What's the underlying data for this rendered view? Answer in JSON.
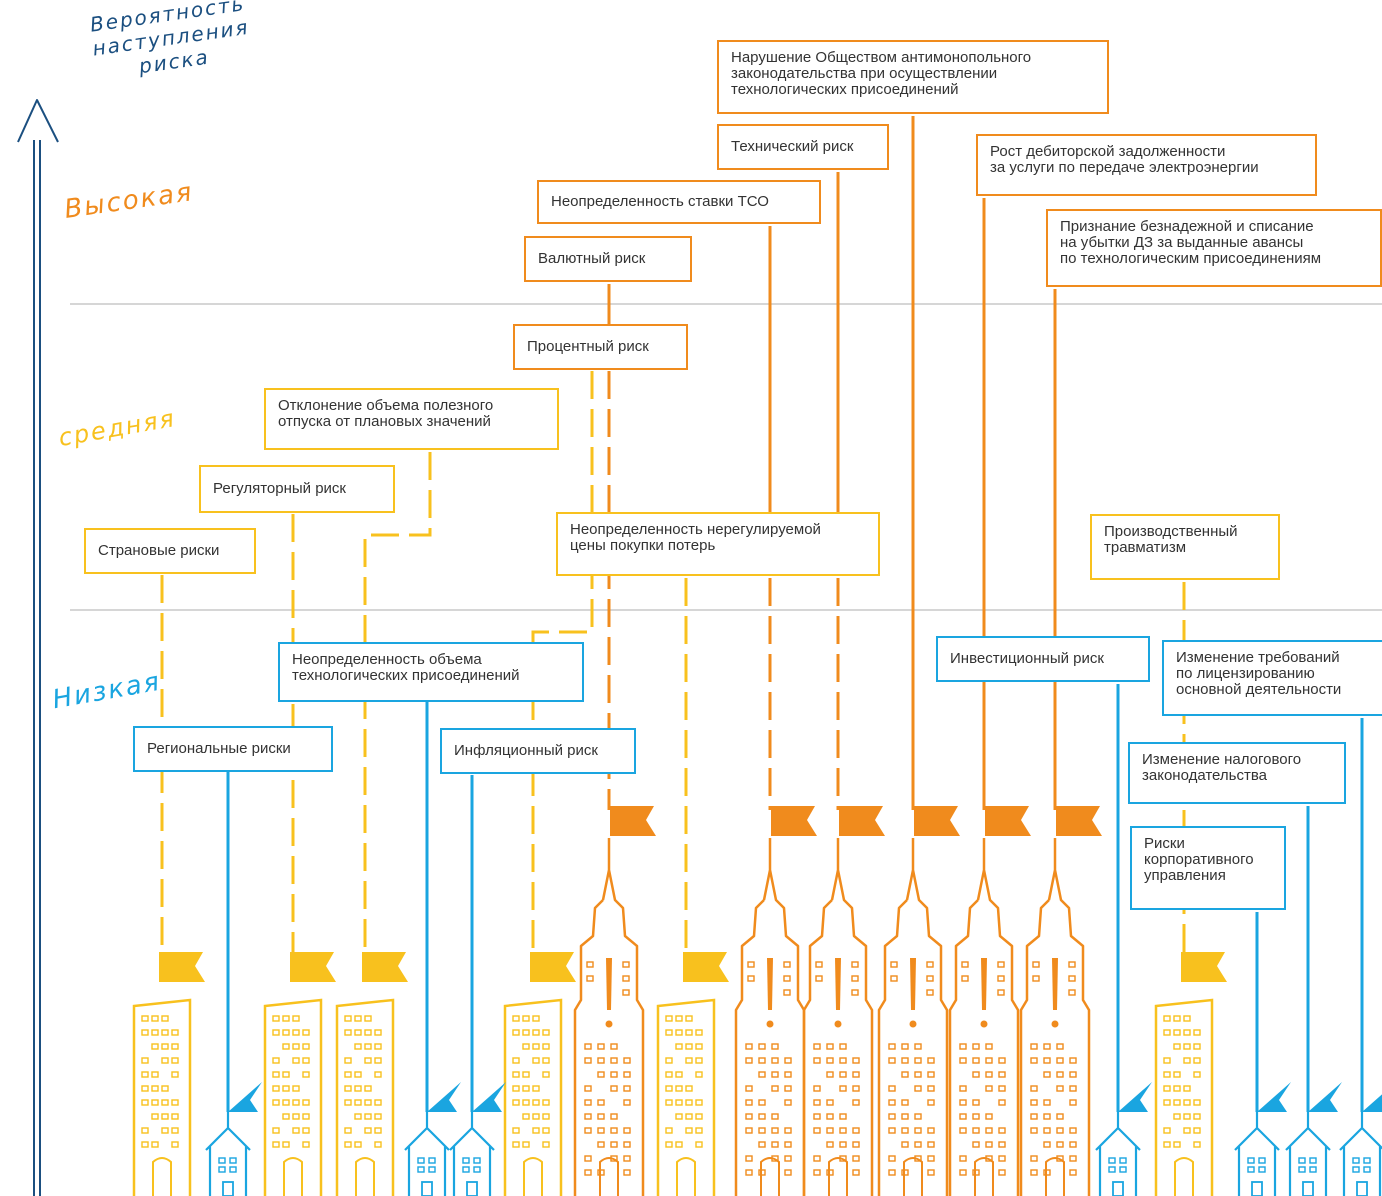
{
  "axis": {
    "title_lines": [
      "Вероятность",
      "наступления",
      "риска"
    ],
    "levels": {
      "high": "Высокая",
      "medium": "средняя",
      "low": "Низкая"
    }
  },
  "colors": {
    "high": "#f08b1d",
    "medium": "#f8c11e",
    "low": "#1aa5e0",
    "axis": "#1b4f80",
    "grid": "#c8c8c8"
  },
  "risks": [
    {
      "id": "antimonopoly",
      "level": "high",
      "lines": [
        "Нарушение Обществом антимонопольного",
        "законодательства при осуществлении",
        "технологических присоединений"
      ]
    },
    {
      "id": "technical",
      "level": "high",
      "lines": [
        "Технический риск"
      ]
    },
    {
      "id": "receivables",
      "level": "high",
      "lines": [
        "Рост дебиторской задолженности",
        "за услуги по передаче электроэнергии"
      ]
    },
    {
      "id": "tso-rate",
      "level": "high",
      "lines": [
        "Неопределенность ставки ТСО"
      ]
    },
    {
      "id": "writeoff",
      "level": "high",
      "lines": [
        "Признание безнадежной и списание",
        "на убытки ДЗ за выданные авансы",
        "по технологическим присоединениям"
      ]
    },
    {
      "id": "currency",
      "level": "high",
      "lines": [
        "Валютный риск"
      ]
    },
    {
      "id": "interest",
      "level": "high",
      "lines": [
        "Процентный риск"
      ]
    },
    {
      "id": "volume-deviation",
      "level": "medium",
      "lines": [
        "Отклонение объема полезного",
        "отпуска от плановых значений"
      ]
    },
    {
      "id": "regulatory",
      "level": "medium",
      "lines": [
        "Регуляторный риск"
      ]
    },
    {
      "id": "loss-price",
      "level": "medium",
      "lines": [
        "Неопределенность нерегулируемой",
        "цены покупки потерь"
      ]
    },
    {
      "id": "country",
      "level": "medium",
      "lines": [
        "Страновые риски"
      ]
    },
    {
      "id": "injury",
      "level": "medium",
      "lines": [
        "Производственный",
        "травматизм"
      ]
    },
    {
      "id": "connections",
      "level": "low",
      "lines": [
        "Неопределенность объема",
        "технологических присоединений"
      ]
    },
    {
      "id": "investment",
      "level": "low",
      "lines": [
        "Инвестиционный  риск"
      ]
    },
    {
      "id": "licensing",
      "level": "low",
      "lines": [
        "Изменение требований",
        "по лицензированию",
        "основной деятельности"
      ]
    },
    {
      "id": "regional",
      "level": "low",
      "lines": [
        "Региональные риски"
      ]
    },
    {
      "id": "inflation",
      "level": "low",
      "lines": [
        "Инфляционный риск"
      ]
    },
    {
      "id": "tax",
      "level": "low",
      "lines": [
        "Изменение налогового",
        "законодательства"
      ]
    },
    {
      "id": "governance",
      "level": "low",
      "lines": [
        "Риски",
        "корпоративного",
        "управления"
      ]
    }
  ]
}
